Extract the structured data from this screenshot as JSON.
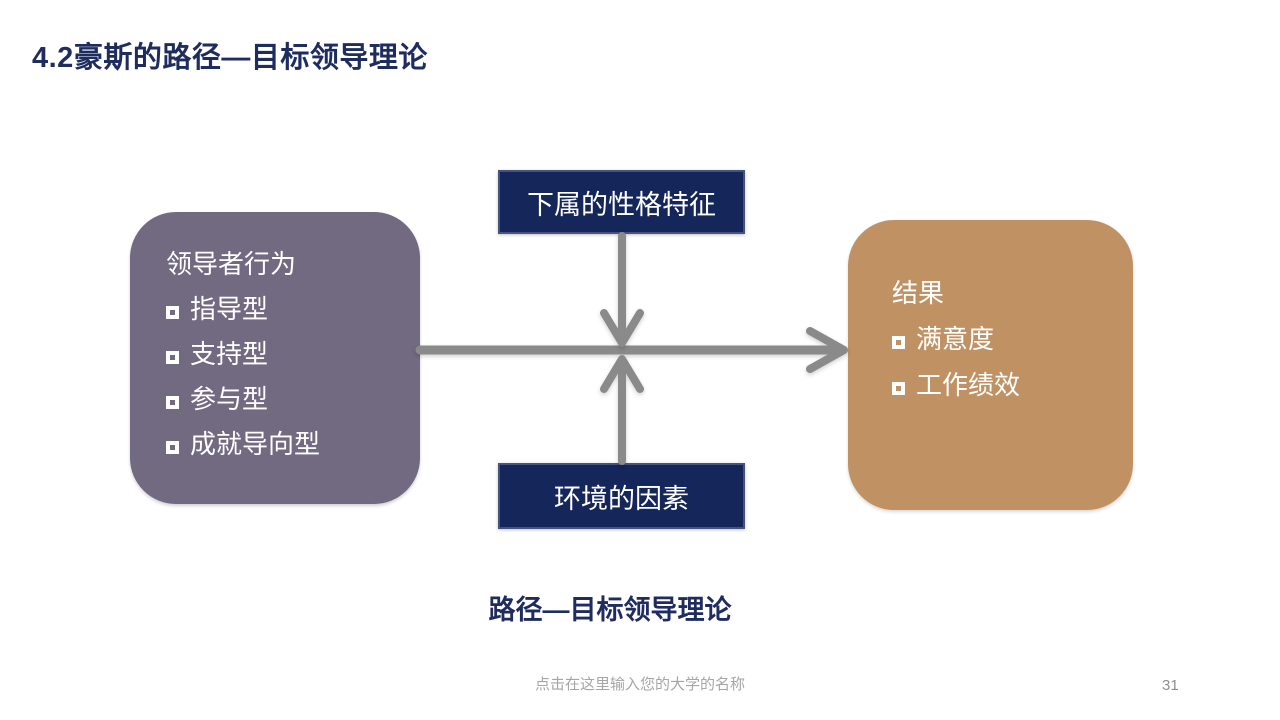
{
  "slide": {
    "title": "4.2豪斯的路径—目标领导理论",
    "caption": "路径—目标领导理论",
    "footer_placeholder": "点击在这里输入您的大学的名称",
    "page_number": "31"
  },
  "diagram": {
    "leader_box": {
      "title": "领导者行为",
      "items": [
        "指导型",
        "支持型",
        "参与型",
        "成就导向型"
      ]
    },
    "top_box": {
      "label": "下属的性格特征"
    },
    "bottom_box": {
      "label": "环境的因素"
    },
    "result_box": {
      "title": "结果",
      "items": [
        "满意度",
        "工作绩效"
      ]
    },
    "arrows": [
      "leader-to-result",
      "subordinate-traits-down",
      "environment-factors-up"
    ]
  },
  "colors": {
    "title_navy": "#1E2C5F",
    "navy_box": "#14265A",
    "purple_box": "#716A81",
    "tan_box": "#C09263",
    "arrow_gray": "#8A8A8A",
    "footer_gray": "#A6A6A6"
  }
}
